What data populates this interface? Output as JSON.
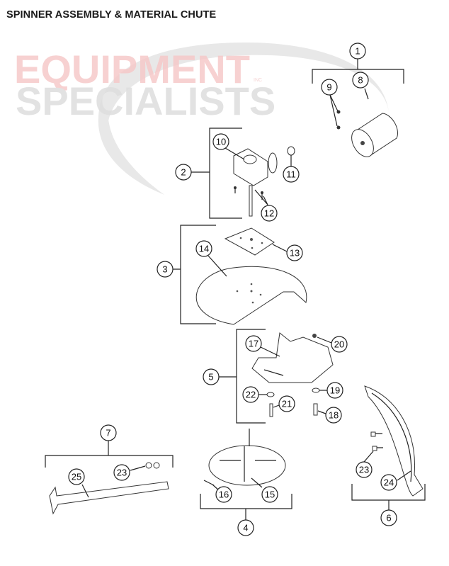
{
  "title": "SPINNER ASSEMBLY & MATERIAL CHUTE",
  "watermark": {
    "line1": "EQUIPMENT",
    "line2": "SPECIALISTS",
    "suffix": "INC",
    "colors": {
      "red": "#f6c9c9",
      "gray": "#dedede"
    }
  },
  "callouts": {
    "c1": "1",
    "c2": "2",
    "c3": "3",
    "c4": "4",
    "c5": "5",
    "c6": "6",
    "c7": "7",
    "c8": "8",
    "c9": "9",
    "c10": "10",
    "c11": "11",
    "c12": "12",
    "c13": "13",
    "c14": "14",
    "c15": "15",
    "c16": "16",
    "c17": "17",
    "c18": "18",
    "c19": "19",
    "c20": "20",
    "c21": "21",
    "c22": "22",
    "c23a": "23",
    "c23b": "23",
    "c24": "24",
    "c25": "25"
  }
}
